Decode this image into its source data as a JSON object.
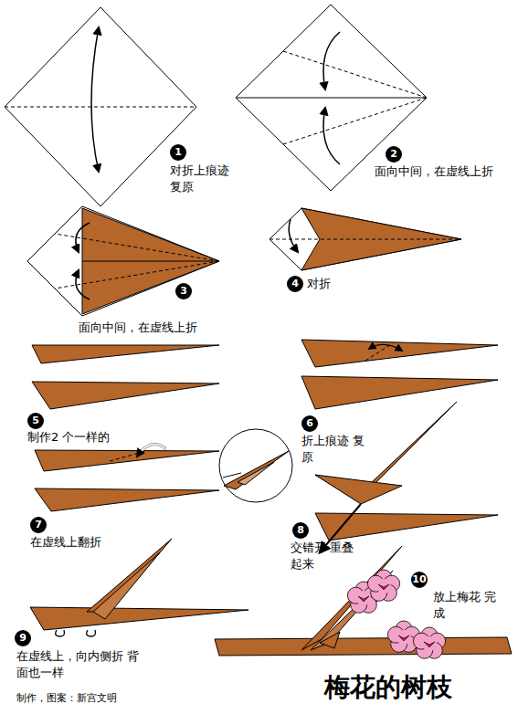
{
  "diagram": {
    "title": "梅花的树枝",
    "labels": [
      "1",
      "对折上痕迹 复原",
      "2",
      "面向中间，在虚线上折",
      "3",
      "面向中间，在虚线上折",
      "4",
      "对折",
      "5",
      "制作2 个一样的",
      "6",
      "折上痕迹 复原",
      "7",
      "在虚线上翻折",
      "8",
      "交错开 重叠起来",
      "9",
      "在虚线上，向内侧折 背面也一样",
      "10",
      "放上梅花 完成",
      "制作，图案：新宫文明"
    ]
  }
}
